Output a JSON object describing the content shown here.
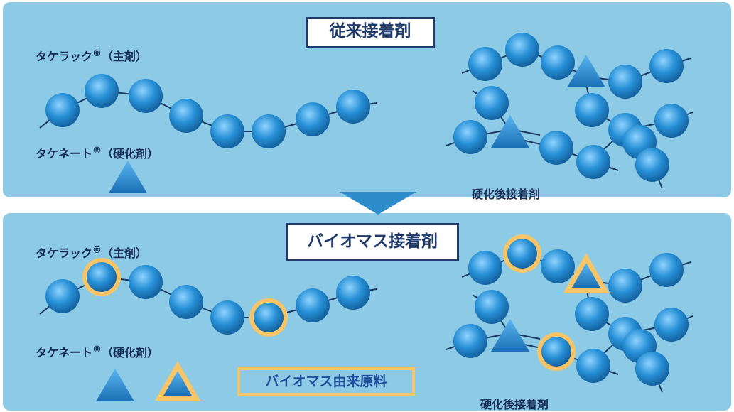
{
  "top": {
    "title": "従来接着剤",
    "resin_label": "タケラック",
    "resin_suffix": "（主剤）",
    "hardener_label": "タケネート",
    "hardener_suffix": "（硬化剤）",
    "cured_label": "硬化後接着剤"
  },
  "bottom": {
    "title": "バイオマス接着剤",
    "resin_label": "タケラック",
    "resin_suffix": "（主剤）",
    "hardener_label": "タケネート",
    "hardener_suffix": "（硬化剤）",
    "cured_label": "硬化後接着剤",
    "biomass_label": "バイオマス由来原料"
  },
  "registered_mark": "®",
  "colors": {
    "panel": "#8ccae6",
    "title_border": "#1f3a6b",
    "bead": "#1f86c9",
    "biomass_ring": "#f7c567",
    "arrow": "#2d8ccc"
  }
}
